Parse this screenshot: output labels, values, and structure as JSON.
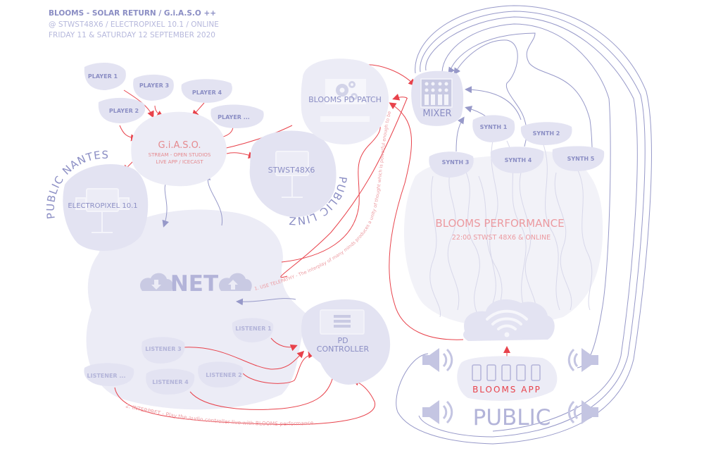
{
  "header": {
    "title": "BLOOMS - SOLAR RETURN  / G.i.A.S.O ++",
    "venue": "@ STWST48X6 / ELECTROPIXEL 10.1 / ONLINE",
    "dates": "FRIDAY 11 & SATURDAY 12 SEPTEMBER 2020"
  },
  "colors": {
    "node_fill": "#e3e3f2",
    "node_text": "#8b8ec4",
    "accent_red": "#e8424b",
    "line_blue": "#9799c9",
    "muted_text": "#b6b8dc"
  },
  "players": [
    "PLAYER 1",
    "PLAYER 2",
    "PLAYER 3",
    "PLAYER 4",
    "PLAYER ..."
  ],
  "giaso": {
    "title": "G.i.A.S.O.",
    "line1": "STREAM - OPEN STUDIOS",
    "line2": "LIVE APP / ICECAST"
  },
  "nantes": {
    "arc_label": "PUBLIC NANTES",
    "node": "ELECTROPIXEL 10.1",
    "icon": "display-stand-icon"
  },
  "linz": {
    "arc_label": "PUBLIC LINZ",
    "node": "STWST48X6",
    "icon": "display-stand-icon"
  },
  "pd_patch": {
    "label": "BLOOMS PD PATCH",
    "icon": "gears-icon"
  },
  "mixer": {
    "label": "MIXER",
    "icon": "mixer-icon"
  },
  "synths": [
    "SYNTH 1",
    "SYNTH 2",
    "SYNTH 3",
    "SYNTH 4",
    "SYNTH 5"
  ],
  "performance": {
    "title": "BLOOMS PERFORMANCE",
    "subtitle": "22:00 STWST 48X6 & ONLINE"
  },
  "net": {
    "label": "NET",
    "icons": [
      "cloud-download-icon",
      "cloud-upload-icon"
    ]
  },
  "listeners": [
    "LISTENER 1",
    "LISTENER 2",
    "LISTENER 3",
    "LISTENER 4",
    "LISTENER ..."
  ],
  "pd_controller": {
    "line1": "PD",
    "line2": "CONTROLLER",
    "icon": "controller-panel-icon"
  },
  "app": {
    "label": "BLOOMS APP",
    "icon": "wifi-icon",
    "phones": 5
  },
  "public": {
    "label": "PUBLIC",
    "icon": "speaker-icon"
  },
  "annotations": {
    "telepathy": "1. USE TELEPATHY - The interplay of many minds produces a unity of thought which is powerful enough to be recognized by the brain",
    "interpret": "2. INTERPRET - Play the audio controller live with BLOOMS performance"
  }
}
